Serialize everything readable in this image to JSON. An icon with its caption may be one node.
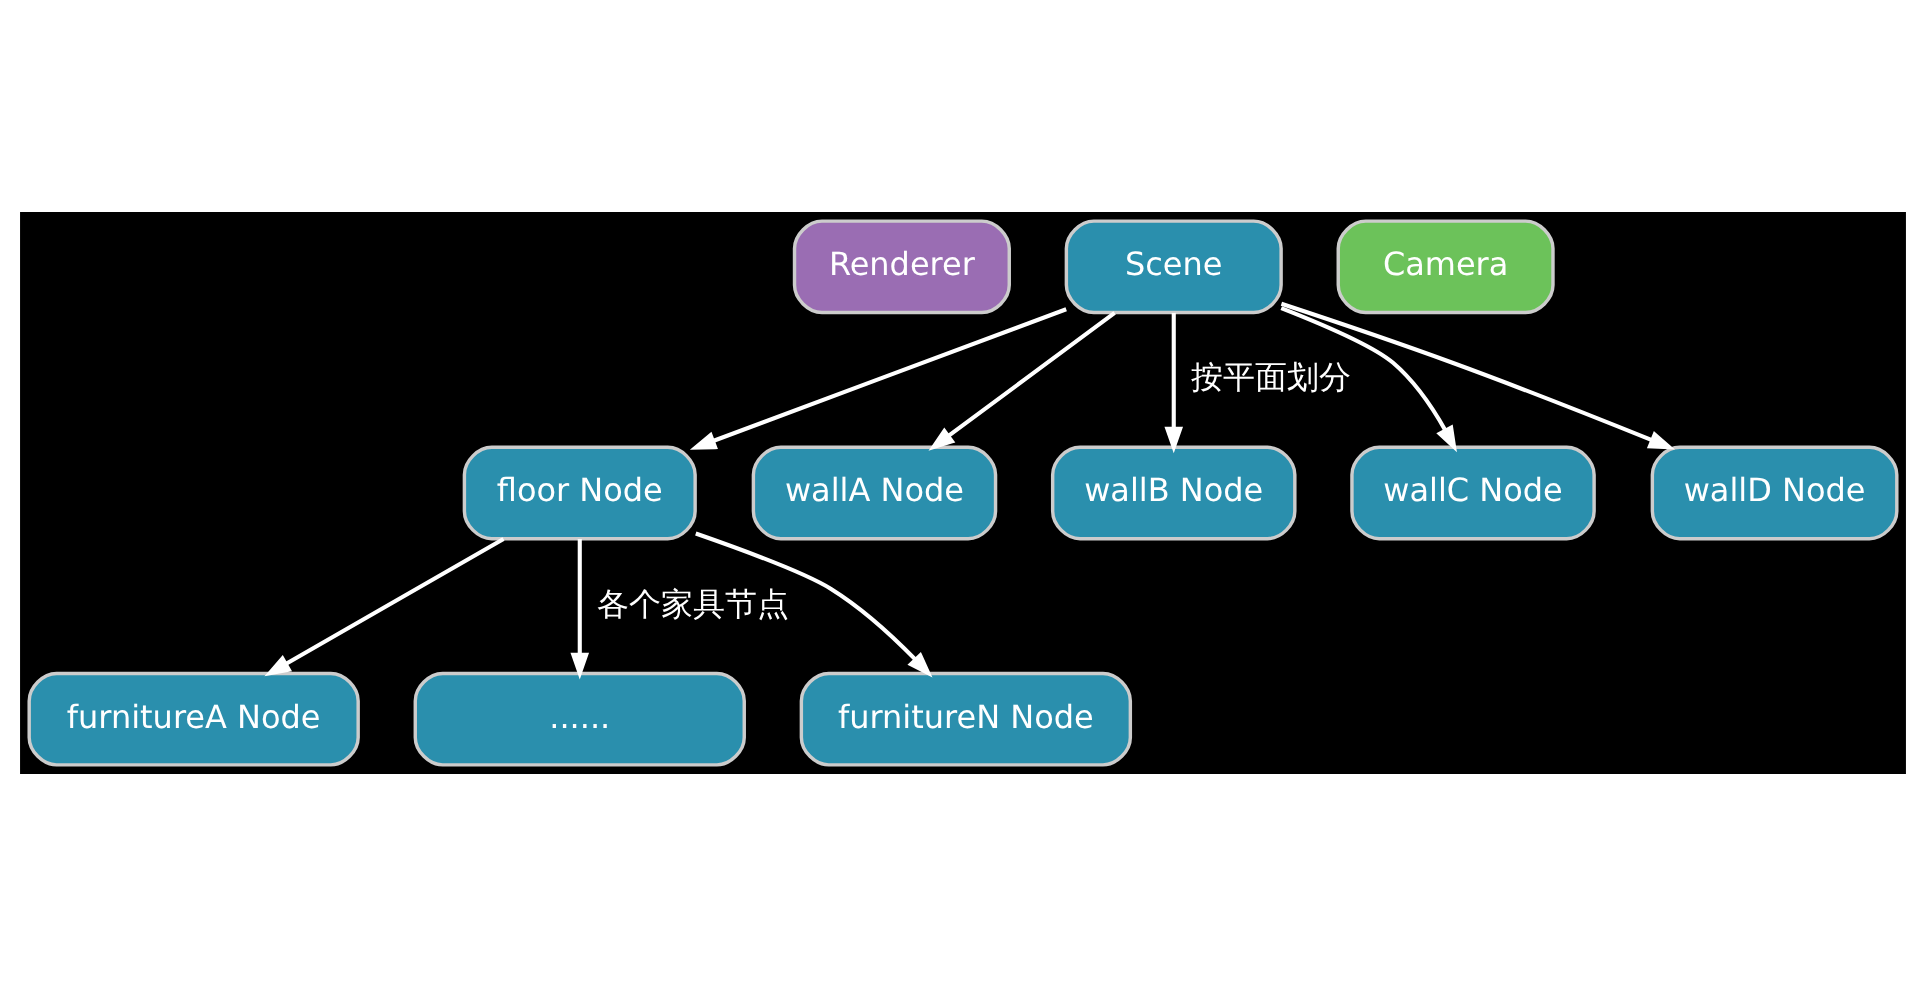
{
  "diagram": {
    "nodes": [
      {
        "text": [
          "Renderer"
        ]
      },
      {
        "text": [
          "Scene"
        ]
      },
      {
        "text": [
          "Camera"
        ]
      },
      {
        "text": [
          "floor Node"
        ]
      },
      {
        "text": [
          "wallA Node"
        ]
      },
      {
        "text": [
          "wallB Node"
        ]
      },
      {
        "text": [
          "wallC Node"
        ]
      },
      {
        "text": [
          "wallD Node"
        ]
      },
      {
        "text": [
          "furnitureA Node"
        ]
      },
      {
        "text": [
          "......"
        ]
      },
      {
        "text": [
          "furnitureN Node"
        ]
      }
    ],
    "edges": [
      {
        "from": 1,
        "to": 3,
        "arrow": "to"
      },
      {
        "from": 1,
        "to": 4,
        "arrow": "to"
      },
      {
        "from": 1,
        "to": 5,
        "arrow": "to",
        "label": "按平面划分"
      },
      {
        "from": 1,
        "to": 6,
        "arrow": "to"
      },
      {
        "from": 1,
        "to": 7,
        "arrow": "to"
      },
      {
        "from": 3,
        "to": 8,
        "arrow": "to"
      },
      {
        "from": 3,
        "to": 9,
        "arrow": "to",
        "label": "各个家具节点"
      },
      {
        "from": 3,
        "to": 10,
        "arrow": "to"
      }
    ]
  }
}
